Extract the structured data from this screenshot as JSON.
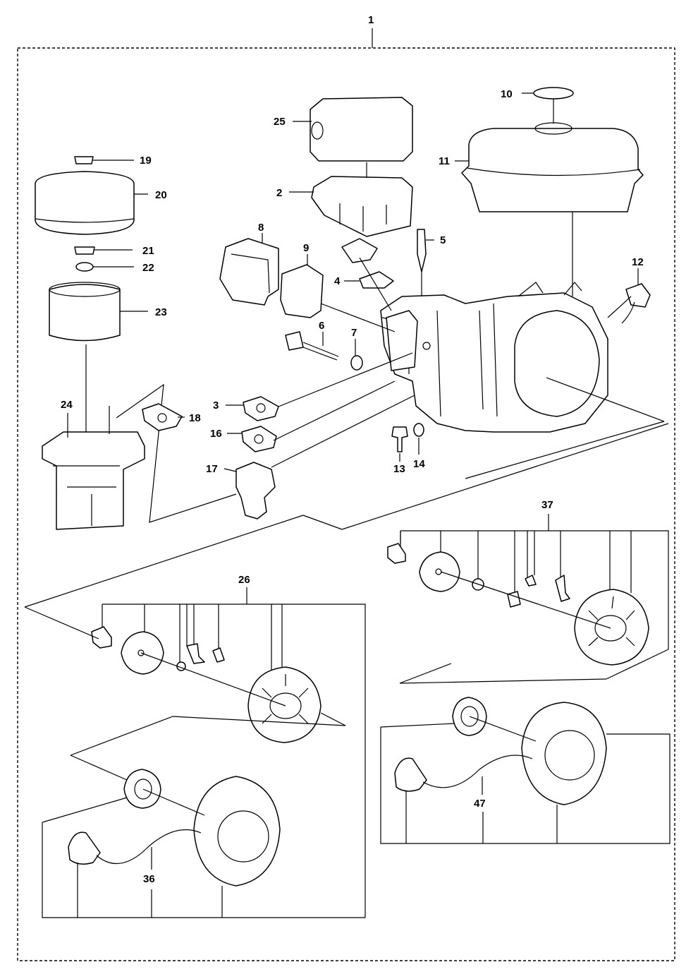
{
  "labels": {
    "l1": "1",
    "l2": "2",
    "l3": "3",
    "l4": "4",
    "l5": "5",
    "l6": "6",
    "l7": "7",
    "l8": "8",
    "l9": "9",
    "l10": "10",
    "l11": "11",
    "l12": "12",
    "l13": "13",
    "l14": "14",
    "l16": "16",
    "l17": "17",
    "l18": "18",
    "l19": "19",
    "l20": "20",
    "l21": "21",
    "l22": "22",
    "l23": "23",
    "l24": "24",
    "l25": "25",
    "l26": "26",
    "l36": "36",
    "l37": "37",
    "l47": "47"
  }
}
